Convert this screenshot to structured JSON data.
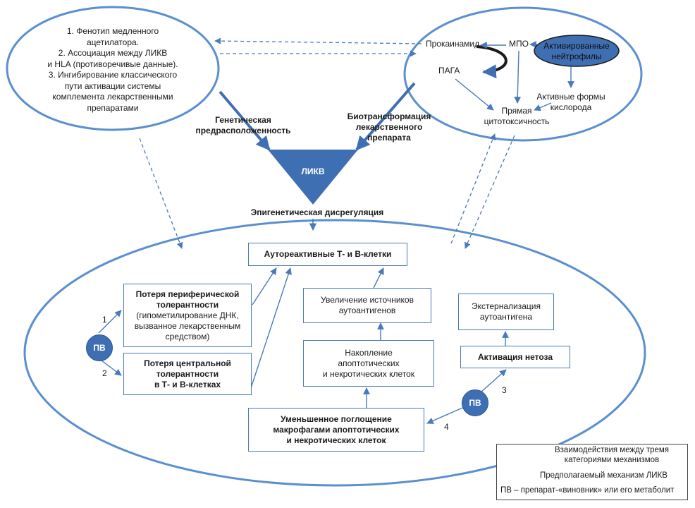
{
  "left_ellipse": {
    "text": "1. Фенотип медленного\nацетилатора.\n2. Ассоциация между ЛИКВ\nи HLA (противоречивые данные).\n3. Ингибирование классического\nпути активации системы\nкомплемента лекарственными\nпрепаратами"
  },
  "right_ellipse": {
    "procainamide": "Прокаинамид",
    "mpo": "МПО",
    "neutrophils": "Активированные\nнейтрофилы",
    "paga": "ПАГА",
    "ros": "Активные формы\nкислорода",
    "cytotoxicity": "Прямая\nцитотоксичность"
  },
  "center": {
    "likv": "ЛИКВ",
    "genetic": "Генетическая\nпредрасположенность",
    "biotransformation": "Биотрансформация\nлекарственного\nпрепарата",
    "epigenetic": "Эпигенетическая дисрегуляция"
  },
  "bottom_ellipse": {
    "autoreactive": "Аутореактивные Т- и В-клетки",
    "peripheral_title": "Потеря периферической\nтолерантности",
    "peripheral_detail": "(гипометилирование ДНК,\nвызванное лекарственным\nсредством)",
    "central": "Потеря центральной\nтолерантности\nв Т- и В-клетках",
    "increase_sources": "Увеличение источников\nаутоантигенов",
    "accumulation": "Накопление\nапоптотических\nи некротических клеток",
    "reduced_uptake": "Уменьшенное поглощение\nмакрофагами апоптотических\nи некротических клеток",
    "externalization": "Экстернализация\nаутоантигена",
    "netosis": "Активация нетоза",
    "pv": "ПВ",
    "num1": "1",
    "num2": "2",
    "num3": "3",
    "num4": "4"
  },
  "legend": {
    "dashed": "Взаимодействия между тремя\nкатегориями механизмов",
    "solid": "Предполагаемый механизм ЛИКВ",
    "pv_note": "ПВ – препарат-«виновник» или его метаболит"
  },
  "colors": {
    "line": "#4a7ab8",
    "triangle": "#3f6fb3",
    "fill_dark": "#3f6fb3",
    "ellipse_stroke": "#5b8fcf"
  }
}
